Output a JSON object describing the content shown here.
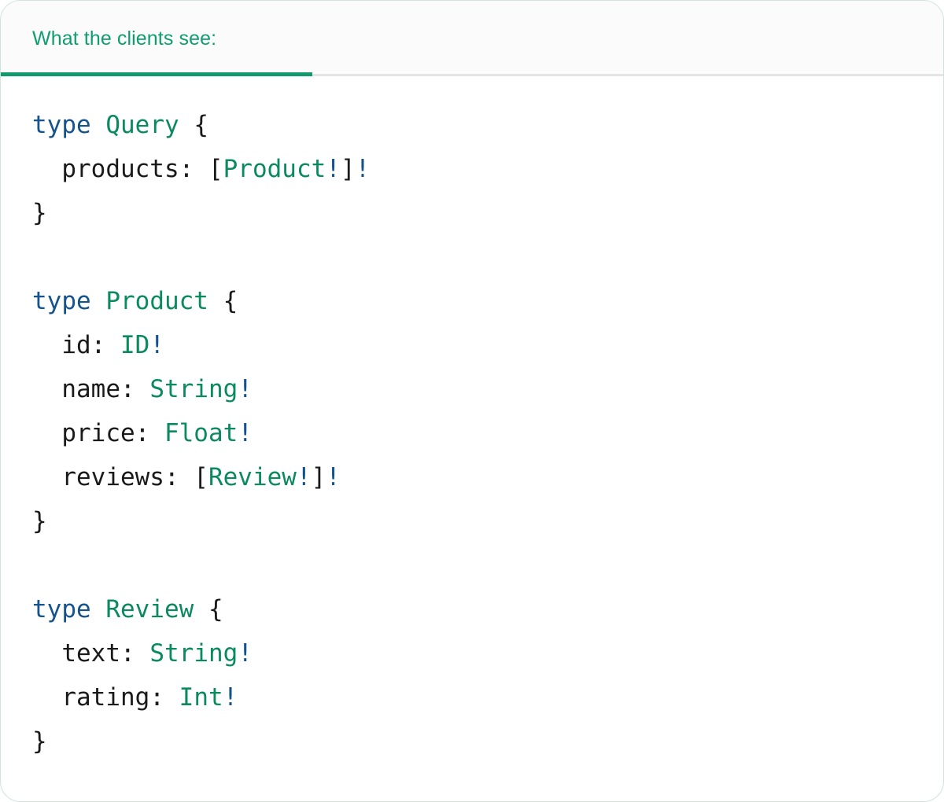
{
  "card": {
    "accent_green": "#12996c",
    "border_color": "#cfe5da",
    "tabbar_bg": "#fbfbfb",
    "divider_color": "#e4e4e4"
  },
  "tabs": [
    {
      "label": "What the clients see:",
      "active": true
    }
  ],
  "code_panel": {
    "language": "graphql",
    "colors": {
      "keyword": "#14538c",
      "type_name": "#0b8a5e",
      "non_null": "#14538c",
      "punctuation": "#1a1a1a",
      "field_name": "#1a1a1a"
    },
    "raw": "type Query {\n  products: [Product!]!\n}\n\ntype Product {\n  id: ID!\n  name: String!\n  price: Float!\n  reviews: [Review!]!\n}\n\ntype Review {\n  text: String!\n  rating: Int!\n}",
    "lines": [
      {
        "tokens": [
          {
            "t": "type",
            "c": "kw"
          },
          {
            "t": " ",
            "c": "p"
          },
          {
            "t": "Query",
            "c": "tn"
          },
          {
            "t": " {",
            "c": "p"
          }
        ]
      },
      {
        "tokens": [
          {
            "t": "  ",
            "c": "p"
          },
          {
            "t": "products:",
            "c": "fld"
          },
          {
            "t": " [",
            "c": "p"
          },
          {
            "t": "Product",
            "c": "tn"
          },
          {
            "t": "!",
            "c": "bang"
          },
          {
            "t": "]",
            "c": "p"
          },
          {
            "t": "!",
            "c": "bang"
          }
        ]
      },
      {
        "tokens": [
          {
            "t": "}",
            "c": "p"
          }
        ]
      },
      {
        "tokens": []
      },
      {
        "tokens": [
          {
            "t": "type",
            "c": "kw"
          },
          {
            "t": " ",
            "c": "p"
          },
          {
            "t": "Product",
            "c": "tn"
          },
          {
            "t": " {",
            "c": "p"
          }
        ]
      },
      {
        "tokens": [
          {
            "t": "  ",
            "c": "p"
          },
          {
            "t": "id:",
            "c": "fld"
          },
          {
            "t": " ",
            "c": "p"
          },
          {
            "t": "ID",
            "c": "tn"
          },
          {
            "t": "!",
            "c": "bang"
          }
        ]
      },
      {
        "tokens": [
          {
            "t": "  ",
            "c": "p"
          },
          {
            "t": "name:",
            "c": "fld"
          },
          {
            "t": " ",
            "c": "p"
          },
          {
            "t": "String",
            "c": "tn"
          },
          {
            "t": "!",
            "c": "bang"
          }
        ]
      },
      {
        "tokens": [
          {
            "t": "  ",
            "c": "p"
          },
          {
            "t": "price:",
            "c": "fld"
          },
          {
            "t": " ",
            "c": "p"
          },
          {
            "t": "Float",
            "c": "tn"
          },
          {
            "t": "!",
            "c": "bang"
          }
        ]
      },
      {
        "tokens": [
          {
            "t": "  ",
            "c": "p"
          },
          {
            "t": "reviews:",
            "c": "fld"
          },
          {
            "t": " [",
            "c": "p"
          },
          {
            "t": "Review",
            "c": "tn"
          },
          {
            "t": "!",
            "c": "bang"
          },
          {
            "t": "]",
            "c": "p"
          },
          {
            "t": "!",
            "c": "bang"
          }
        ]
      },
      {
        "tokens": [
          {
            "t": "}",
            "c": "p"
          }
        ]
      },
      {
        "tokens": []
      },
      {
        "tokens": [
          {
            "t": "type",
            "c": "kw"
          },
          {
            "t": " ",
            "c": "p"
          },
          {
            "t": "Review",
            "c": "tn"
          },
          {
            "t": " {",
            "c": "p"
          }
        ]
      },
      {
        "tokens": [
          {
            "t": "  ",
            "c": "p"
          },
          {
            "t": "text:",
            "c": "fld"
          },
          {
            "t": " ",
            "c": "p"
          },
          {
            "t": "String",
            "c": "tn"
          },
          {
            "t": "!",
            "c": "bang"
          }
        ]
      },
      {
        "tokens": [
          {
            "t": "  ",
            "c": "p"
          },
          {
            "t": "rating:",
            "c": "fld"
          },
          {
            "t": " ",
            "c": "p"
          },
          {
            "t": "Int",
            "c": "tn"
          },
          {
            "t": "!",
            "c": "bang"
          }
        ]
      },
      {
        "tokens": [
          {
            "t": "}",
            "c": "p"
          }
        ]
      }
    ]
  }
}
